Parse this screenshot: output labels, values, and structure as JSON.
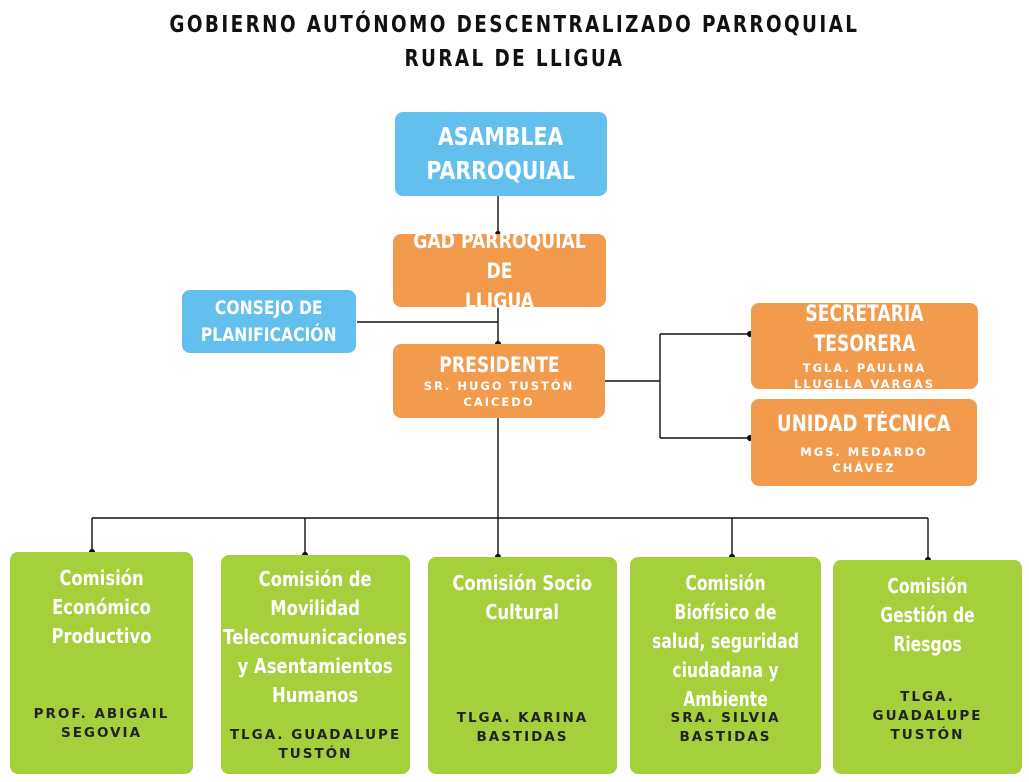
{
  "header": {
    "title_line1": "GOBIERNO AUTÓNOMO DESCENTRALIZADO PARROQUIAL",
    "title_line2": "RURAL DE LLIGUA"
  },
  "nodes": {
    "asamblea": {
      "title": "ASAMBLEA\nPARROQUIAL"
    },
    "gad": {
      "title": "GAD PARROQUIAL DE\nLLIGUA"
    },
    "consejo": {
      "title": "CONSEJO DE\nPLANIFICACIÓN"
    },
    "presidente": {
      "title": "PRESIDENTE",
      "person": "SR. HUGO TUSTÓN\nCAICEDO"
    },
    "secretaria": {
      "title": "SECRETARIA TESORERA",
      "person": "TGLA. PAULINA\nLLUGLLA VARGAS"
    },
    "unidad": {
      "title": "UNIDAD TÉCNICA",
      "person": "MGS. MEDARDO\nCHÁVEZ"
    },
    "comision1": {
      "title": "Comisión Económico\nProductivo",
      "person": "PROF. ABIGAIL\nSEGOVIA"
    },
    "comision2": {
      "title": "Comisión de\nMovilidad\nTelecomunicaciones\ny Asentamientos\nHumanos",
      "person": "TLGA. GUADALUPE\nTUSTÓN"
    },
    "comision3": {
      "title": "Comisión Socio\nCultural",
      "person": "TLGA. KARINA\nBASTIDAS"
    },
    "comision4": {
      "title": "Comisión Biofísico  de\nsalud, seguridad\nciudadana y\nAmbiente",
      "person": "SRA. SILVIA\nBASTIDAS"
    },
    "comision5": {
      "title": "Comisión Gestión de\nRiesgos",
      "person": "TLGA.\nGUADALUPE\nTUSTÓN"
    }
  },
  "colors": {
    "blue": "#63bfee",
    "orange": "#f39b4c",
    "green": "#a5cf3b",
    "line": "#111111"
  }
}
